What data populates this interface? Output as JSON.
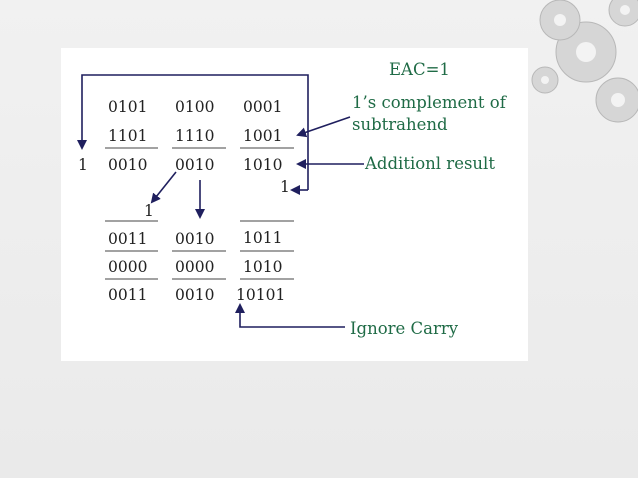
{
  "labels": {
    "eac": "EAC=1",
    "ones_complement_line1": "1’s complement of",
    "ones_complement_line2": "subtrahend",
    "addition_result": "Additionl result",
    "ignore_carry": "Ignore Carry"
  },
  "rows": {
    "minuend": [
      "0101",
      "0100",
      "0001"
    ],
    "complement": [
      "1101",
      "1110",
      "1001"
    ],
    "sum_carry": "1",
    "sum": [
      "0010",
      "0010",
      "1010"
    ],
    "end_around_carry": "1",
    "carry_in": "1",
    "result_after_eac": [
      "0011",
      "0010",
      "1011"
    ],
    "correction": [
      "0000",
      "0000",
      "1010"
    ],
    "final": [
      "0011",
      "0010",
      "10101"
    ]
  },
  "colors": {
    "arrow": "#1f1f5e",
    "note_text": "#1f6b46",
    "digits": "#222222",
    "panel": "#ffffff",
    "slide": "#eeeeee"
  },
  "decoration": "gear-icons"
}
